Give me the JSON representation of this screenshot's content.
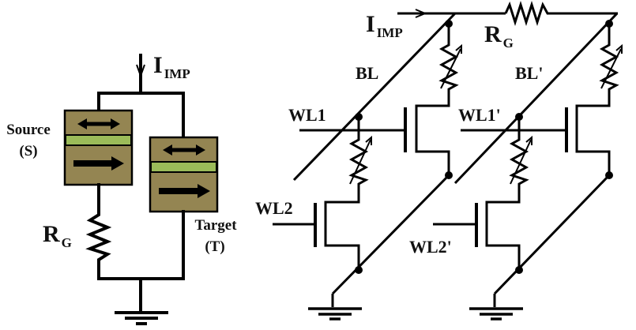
{
  "colors": {
    "mtj_body": "#948552",
    "mtj_barrier": "#9bbb59",
    "wire": "#000000",
    "background": "#ffffff"
  },
  "left_circuit": {
    "current_label": {
      "main": "I",
      "sub": "IMP"
    },
    "resistor_label": {
      "main": "R",
      "sub": "G"
    },
    "source_label": {
      "line1": "Source",
      "line2": "(S)"
    },
    "target_label": {
      "line1": "Target",
      "line2": "(T)"
    },
    "free_layer_arrow": "double-headed-arrow",
    "pinned_layer_arrow": "right-arrow",
    "ground": "ground-symbol"
  },
  "right_circuit": {
    "current_label": {
      "main": "I",
      "sub": "IMP"
    },
    "resistor_label": {
      "main": "R",
      "sub": "G"
    },
    "bitlines": [
      "BL",
      "BL'"
    ],
    "wordlines": [
      "WL1",
      "WL2",
      "WL1'",
      "WL2'"
    ]
  }
}
